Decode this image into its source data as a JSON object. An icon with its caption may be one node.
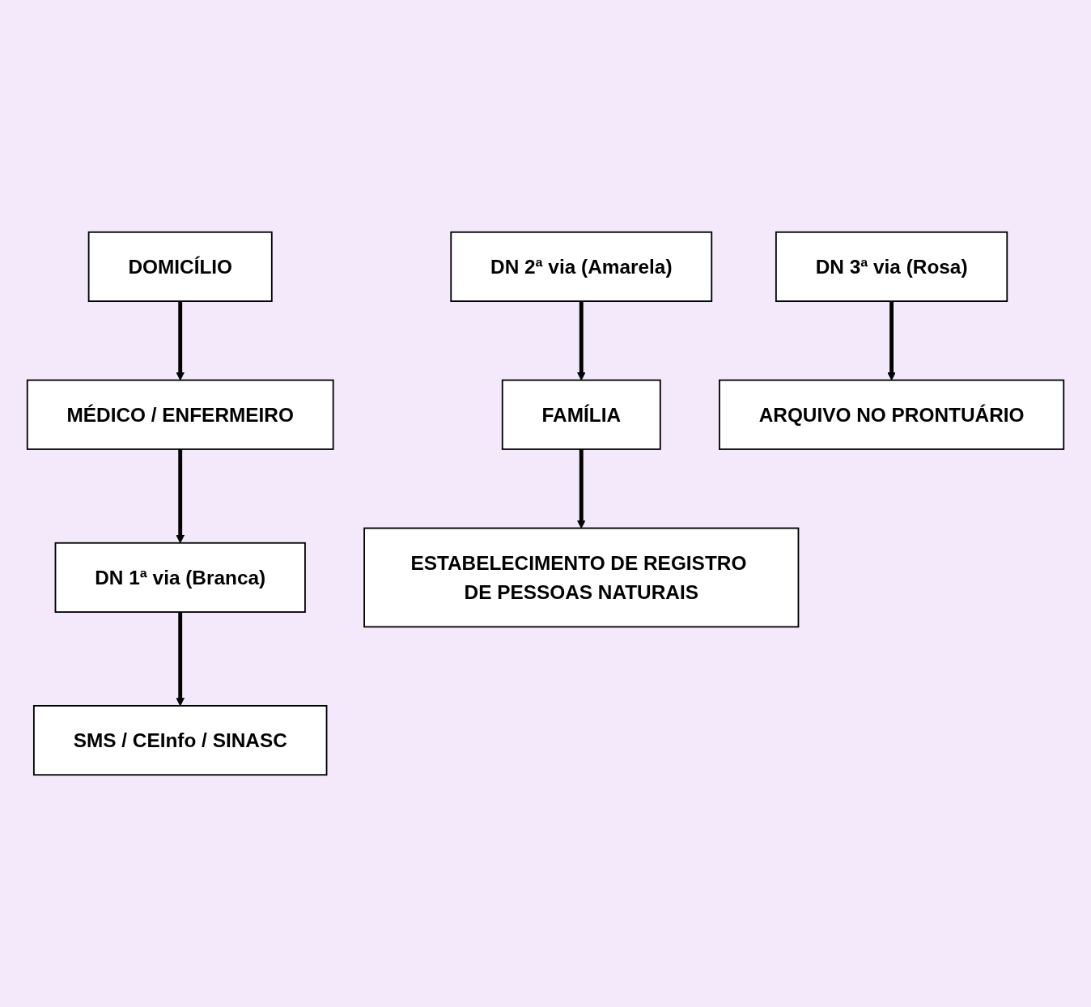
{
  "diagram": {
    "nodes": [
      {
        "text": [
          "DOMICÍLIO"
        ]
      },
      {
        "text": [
          "MÉDICO / ENFERMEIRO"
        ]
      },
      {
        "text": [
          "DN 1ª via (Branca)"
        ]
      },
      {
        "text": [
          "DN 2ª via (Amarela)"
        ]
      },
      {
        "text": [
          "DN 3ª via (Rosa)"
        ]
      },
      {
        "text": [
          "FAMÍLIA"
        ]
      },
      {
        "text": [
          "SMS / CEInfo / SINASC"
        ]
      },
      {
        "text": [
          "ESTABELECIMENTO DE REGISTRO DE PESSOAS NATURAIS"
        ]
      },
      {
        "text": [
          "ARQUIVO NO PRONTUÁRIO"
        ]
      }
    ],
    "edges": [
      {
        "from": 0,
        "to": 1,
        "arrow": "to"
      },
      {
        "from": 1,
        "to": 2,
        "arrow": "to"
      },
      {
        "from": 2,
        "to": 6,
        "arrow": "to"
      },
      {
        "from": 3,
        "to": 5,
        "arrow": "to"
      },
      {
        "from": 5,
        "to": 7,
        "arrow": "to"
      },
      {
        "from": 4,
        "to": 8,
        "arrow": "to"
      }
    ]
  }
}
